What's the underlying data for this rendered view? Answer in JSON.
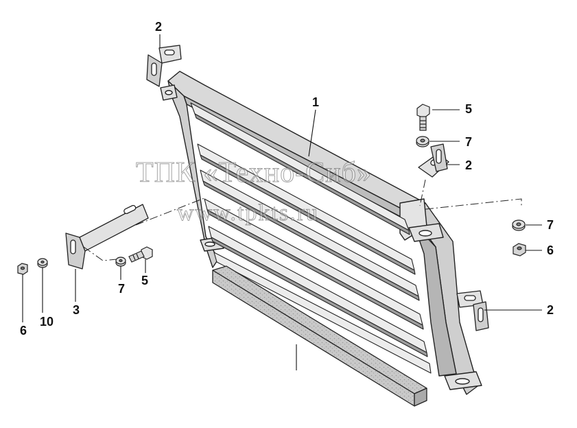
{
  "diagram": {
    "callouts": [
      {
        "id": "c1",
        "text": "1"
      },
      {
        "id": "c2a",
        "text": "2"
      },
      {
        "id": "c2b",
        "text": "2"
      },
      {
        "id": "c2c",
        "text": "2"
      },
      {
        "id": "c3",
        "text": "3"
      },
      {
        "id": "c5a",
        "text": "5"
      },
      {
        "id": "c5b",
        "text": "5"
      },
      {
        "id": "c6a",
        "text": "6"
      },
      {
        "id": "c6b",
        "text": "6"
      },
      {
        "id": "c7a",
        "text": "7"
      },
      {
        "id": "c7b",
        "text": "7"
      },
      {
        "id": "c7c",
        "text": "7"
      },
      {
        "id": "c10",
        "text": "10"
      }
    ],
    "watermark": {
      "main": "ТПК «Техно-Сиб»",
      "url": "www.tpkts.ru"
    }
  }
}
